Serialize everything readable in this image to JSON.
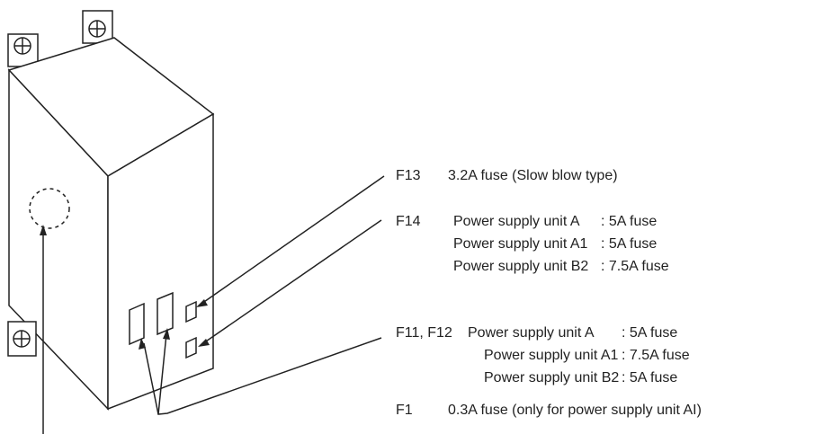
{
  "labels": {
    "f13": {
      "code": "F13",
      "desc": "3.2A fuse (Slow blow type)"
    },
    "f14": {
      "code": "F14",
      "lines": [
        {
          "unit": "Power supply unit A",
          "rating": ": 5A fuse"
        },
        {
          "unit": "Power supply unit A1",
          "rating": ": 5A fuse"
        },
        {
          "unit": "Power supply unit B2",
          "rating": ": 7.5A fuse"
        }
      ]
    },
    "f11_12": {
      "code": "F11, F12",
      "lines": [
        {
          "unit": "Power supply unit A",
          "rating": ": 5A fuse"
        },
        {
          "unit": "Power supply unit A1",
          "rating": ": 7.5A fuse"
        },
        {
          "unit": "Power supply unit B2",
          "rating": ": 5A fuse"
        }
      ]
    },
    "f1": {
      "code": "F1",
      "desc": "0.3A fuse (only for power supply unit AI)"
    }
  }
}
